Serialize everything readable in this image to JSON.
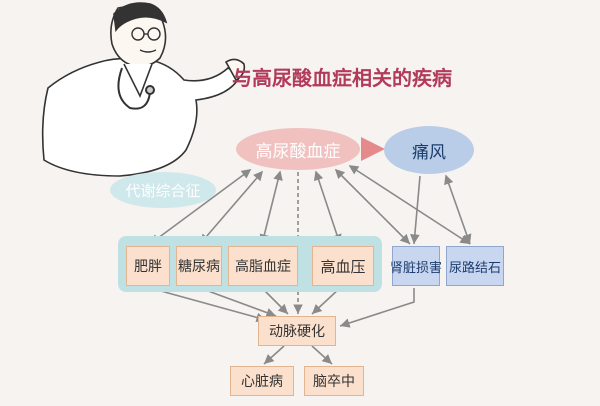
{
  "title": "与高尿酸血症相关的疾病",
  "nodes": {
    "hyperuricemia": "高尿酸血症",
    "gout": "痛风",
    "metabolic_syndrome": "代谢综合征",
    "obesity": "肥胖",
    "diabetes": "糖尿病",
    "hyperlipidemia": "高脂血症",
    "hypertension": "高血压",
    "kidney_damage": "肾脏损害",
    "urinary_stones": "尿路结石",
    "arteriosclerosis": "动脉硬化",
    "heart_disease": "心脏病",
    "stroke": "脑卒中"
  },
  "colors": {
    "title": "#b23a5a",
    "hyperuricemia_fill": "#f1c1c0",
    "gout_fill": "#b9cde8",
    "metabolic_fill": "#cfe8ec",
    "panel_fill": "#bfe1e4",
    "orange_box": "#fbe1cd",
    "blue_box": "#c8d6ef",
    "arrow_gray": "#8a8a8a",
    "arrow_pink": "#e58a8a"
  },
  "icons": [
    "doctor-illustration",
    "stethoscope-icon"
  ]
}
